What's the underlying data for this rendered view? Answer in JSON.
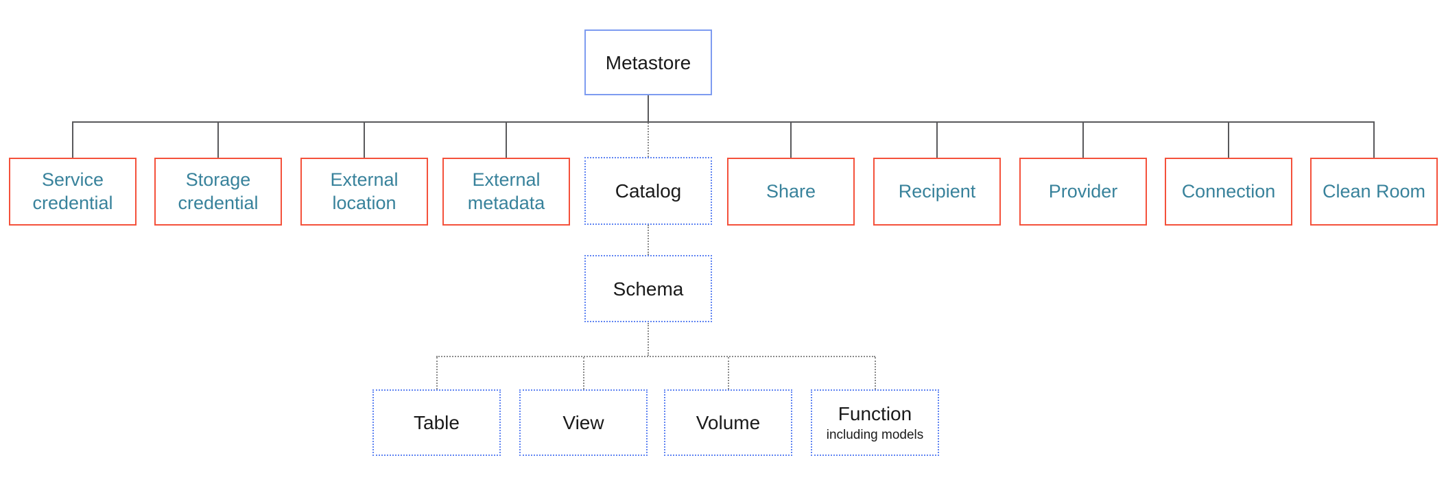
{
  "colors": {
    "blue_solid_border": "#7d9bf0",
    "blue_dotted_border": "#5d82f2",
    "red_border": "#f4503a",
    "teal_text": "#38829b",
    "black_text": "#1a1a1a",
    "connector_solid": "#58585b",
    "connector_dotted": "#8a8a8a"
  },
  "nodes": {
    "metastore": {
      "label": "Metastore"
    },
    "service_credential": {
      "label": "Service credential"
    },
    "storage_credential": {
      "label": "Storage credential"
    },
    "external_location": {
      "label": "External location"
    },
    "external_metadata": {
      "label": "External metadata"
    },
    "catalog": {
      "label": "Catalog"
    },
    "share": {
      "label": "Share"
    },
    "recipient": {
      "label": "Recipient"
    },
    "provider": {
      "label": "Provider"
    },
    "connection": {
      "label": "Connection"
    },
    "clean_room": {
      "label": "Clean Room"
    },
    "schema": {
      "label": "Schema"
    },
    "table": {
      "label": "Table"
    },
    "view": {
      "label": "View"
    },
    "volume": {
      "label": "Volume"
    },
    "function": {
      "label": "Function",
      "sublabel": "including models"
    }
  }
}
